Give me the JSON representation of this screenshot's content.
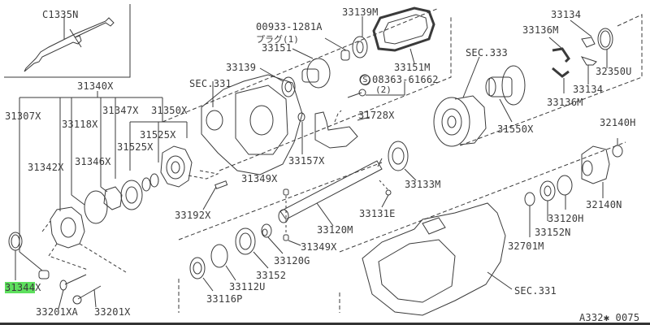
{
  "diagram": {
    "title": "Transfer case parts exploded view",
    "figure_id": "A332✱ 0075",
    "highlighted_part": "31344X",
    "highlight_color": "#5ee05e",
    "line_color": "#3a3a3a",
    "inset": {
      "part": "C1335N",
      "item": "grease tube"
    },
    "labels": {
      "c1335n": "C1335N",
      "p31340x": "31340X",
      "p31307x": "31307X",
      "p33118x": "33118X",
      "p31347x": "31347X",
      "p31350x": "31350X",
      "p31525x_a": "31525X",
      "p31525x_b": "31525X",
      "p31346x": "31346X",
      "p31342x": "31342X",
      "p31344x_hl": "31344",
      "p31344x_tail": "X",
      "p33201xa": "33201XA",
      "p33201x": "33201X",
      "p33192x": "33192X",
      "p33116p": "33116P",
      "p33112u": "33112U",
      "p33152": "33152",
      "p33120g": "33120G",
      "p31349x_a": "31349X",
      "p31349x_b": "31349X",
      "p33120m": "33120M",
      "p33131e": "33131E",
      "sec331_a": "SEC.331",
      "p33157x": "33157X",
      "p33139": "33139",
      "p33151": "33151",
      "p00933": "00933-1281A",
      "plug_note": "プラグ(1)",
      "p33139m": "33139M",
      "p33151m": "33151M",
      "s_symbol": "S",
      "p08363": "08363-61662",
      "qty2": "(2)",
      "p31728x": "31728X",
      "p33133m": "33133M",
      "sec333": "SEC.333",
      "p31550x": "31550X",
      "p33134_a": "33134",
      "p33134_b": "33134",
      "p33136m_a": "33136M",
      "p33136m_b": "33136M",
      "p32350u": "32350U",
      "p32140h": "32140H",
      "p32140n": "32140N",
      "p33120h": "33120H",
      "p33152n": "33152N",
      "p32701m": "32701M",
      "sec331_b": "SEC.331",
      "figure_code": "A332✱ 0075"
    }
  }
}
